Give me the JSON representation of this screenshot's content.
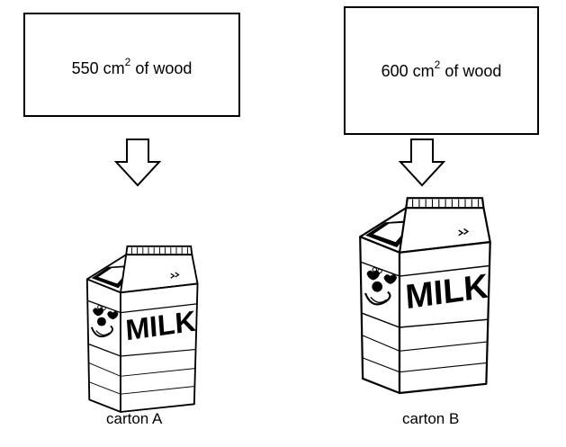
{
  "carton_a": {
    "area_value": "550 cm",
    "area_exponent": "2",
    "area_material": " of wood",
    "caption": "carton A",
    "label": "MILK"
  },
  "carton_b": {
    "area_value": "600 cm",
    "area_exponent": "2",
    "area_material": " of wood",
    "caption": "carton B",
    "label": "MILK"
  },
  "icons": [
    "down-arrow-icon",
    "milk-carton-icon"
  ],
  "colors": {
    "ink": "#000000",
    "background": "#ffffff"
  }
}
